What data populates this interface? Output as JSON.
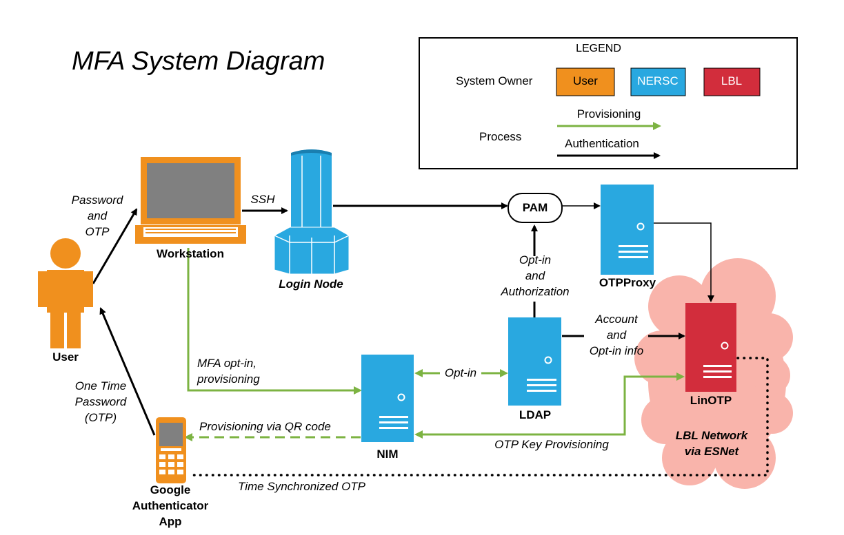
{
  "title": "MFA System Diagram",
  "legend": {
    "heading": "LEGEND",
    "system_owner_label": "System Owner",
    "owners": [
      {
        "label": "User",
        "color": "#F0901E"
      },
      {
        "label": "NERSC",
        "color": "#29A8E0"
      },
      {
        "label": "LBL",
        "color": "#D22D3C"
      }
    ],
    "process_label": "Process",
    "provisioning_label": "Provisioning",
    "authentication_label": "Authentication",
    "provisioning_color": "#7CB342",
    "authentication_color": "#000000"
  },
  "nodes": {
    "user": "User",
    "workstation": "Workstation",
    "login_node": "Login Node",
    "pam": "PAM",
    "otpproxy": "OTPProxy",
    "linotp": "LinOTP",
    "ldap": "LDAP",
    "nim": "NIM",
    "google_app": [
      "Google",
      "Authenticator",
      "App"
    ],
    "lbl_network": [
      "LBL Network",
      "via ESNet"
    ]
  },
  "edges": {
    "password_otp": [
      "Password",
      "and",
      "OTP"
    ],
    "ssh": "SSH",
    "optin_auth": [
      "Opt-in",
      "and",
      "Authorization"
    ],
    "account_optin": [
      "Account",
      "and",
      "Opt-in info"
    ],
    "mfa_optin": [
      "MFA opt-in,",
      "provisioning"
    ],
    "optin": "Opt-in",
    "one_time_password": [
      "One Time",
      "Password",
      "(OTP)"
    ],
    "provisioning_qr": "Provisioning via QR code",
    "otp_key_provisioning": "OTP Key Provisioning",
    "time_sync_otp": "Time Synchronized OTP"
  },
  "colors": {
    "user_orange": "#F0901E",
    "nersc_blue": "#29A8E0",
    "lbl_red": "#D22D3C",
    "cloud_pink": "#F9B4AB",
    "green": "#7CB342"
  }
}
